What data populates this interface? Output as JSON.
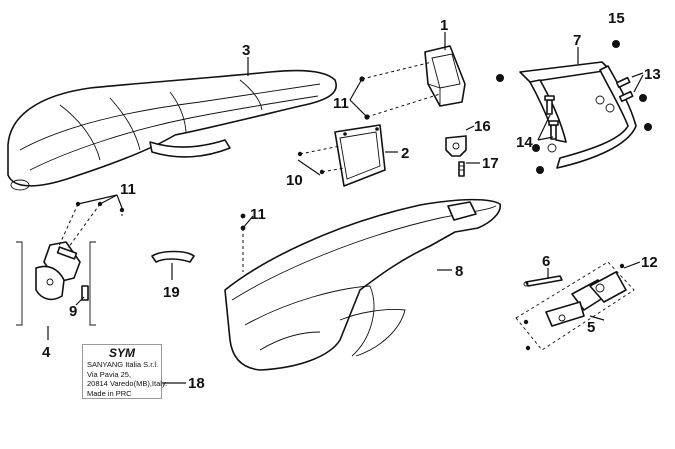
{
  "callouts": {
    "n1": "1",
    "n2": "2",
    "n3": "3",
    "n4": "4",
    "n5": "5",
    "n6": "6",
    "n7": "7",
    "n8": "8",
    "n9": "9",
    "n10": "10",
    "n11a": "11",
    "n11b": "11",
    "n11c": "11",
    "n12": "12",
    "n13": "13",
    "n14": "14",
    "n15": "15",
    "n16": "16",
    "n17": "17",
    "n18": "18",
    "n19": "19"
  },
  "label_plate": {
    "brand": "SYM",
    "lines": [
      "SANYANG Italia S.r.l.",
      "Via Pavia 25,",
      "20814 Varedo(MB),Italy.",
      "Made in PRC"
    ]
  }
}
